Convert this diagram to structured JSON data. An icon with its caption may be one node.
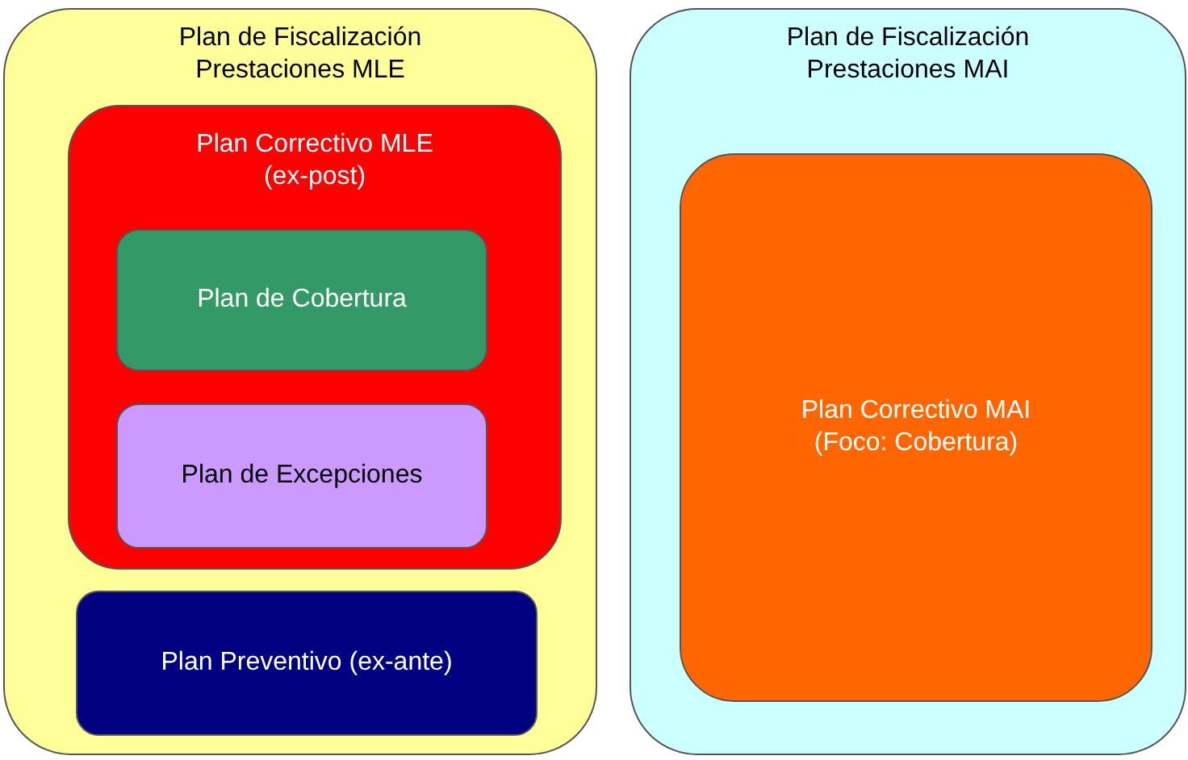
{
  "diagram": {
    "nodes": [
      {
        "text": [
          "Plan de Fiscalización Prestaciones MLE"
        ]
      },
      {
        "text": [
          "Plan Correctivo MLE (ex-post)"
        ],
        "in": 0
      },
      {
        "text": [
          "Plan de Cobertura"
        ],
        "in": 1
      },
      {
        "text": [
          "Plan de Excepciones"
        ],
        "in": 1
      },
      {
        "text": [
          "Plan Preventivo (ex-ante)"
        ],
        "in": 0
      },
      {
        "text": [
          "Plan de Fiscalización Prestaciones MAI"
        ]
      },
      {
        "text": [
          "Plan Correctivo MAI (Foco: Cobertura)"
        ],
        "in": 5
      }
    ]
  }
}
